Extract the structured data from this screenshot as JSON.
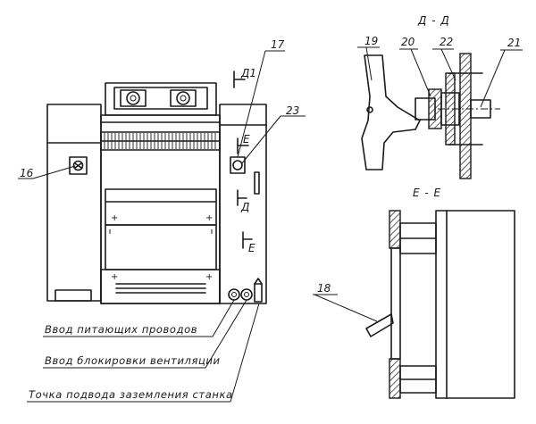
{
  "callouts": {
    "c16": "16",
    "c17": "17",
    "c18": "18",
    "c19": "19",
    "c20": "20",
    "c21": "21",
    "c22": "22",
    "c23": "23"
  },
  "section_marks": {
    "d_top": "Д1",
    "e_mid": "Е",
    "d_low": "Д",
    "e_low": "Е"
  },
  "section_titles": {
    "dd": "Д - Д",
    "ee": "Е - Е"
  },
  "captions": {
    "power": "Ввод питающих проводов",
    "vent": "Ввод блокировки вентиляции",
    "ground": "Точка подвода заземления станка"
  }
}
